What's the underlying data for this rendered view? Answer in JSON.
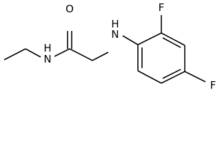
{
  "molecule": {
    "atoms": {
      "carbonyl_oxygen": "O",
      "amide_nitrogen": "N",
      "amide_hydrogen": "H",
      "amine_nitrogen": "N",
      "amine_hydrogen": "H",
      "ortho_fluorine": "F",
      "para_fluorine": "F"
    }
  }
}
